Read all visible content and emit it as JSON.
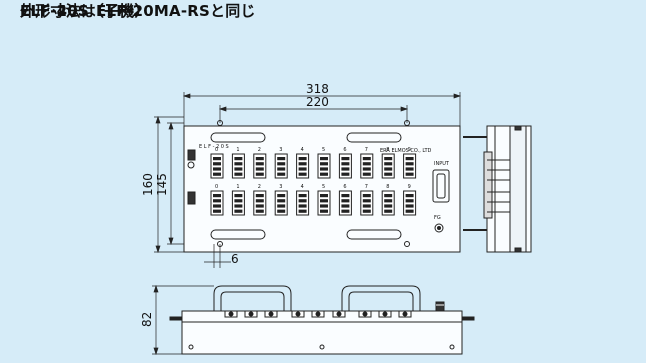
{
  "headings": {
    "line1": "ELF-40S（子機）",
    "line2": "外形寸法はELF-20MA-RSと同じ",
    "line3": "ELF-20S（子機）"
  },
  "board": {
    "model_label": "E L F - 2 0 S",
    "maker_label": "ERA ELMOS CO., LTD",
    "port_label": "INPUT",
    "fg_label": "FG",
    "top_numbers": [
      "0",
      "1",
      "2",
      "3",
      "4",
      "5",
      "6",
      "7",
      "8",
      "9"
    ],
    "bottom_numbers": [
      "0",
      "1",
      "2",
      "3",
      "4",
      "5",
      "6",
      "7",
      "8",
      "9"
    ]
  },
  "dimensions": {
    "overall_width": "318",
    "hole_pitch": "220",
    "overall_height": "160",
    "hole_height": "145",
    "mount_offset": "6",
    "depth": "82"
  }
}
